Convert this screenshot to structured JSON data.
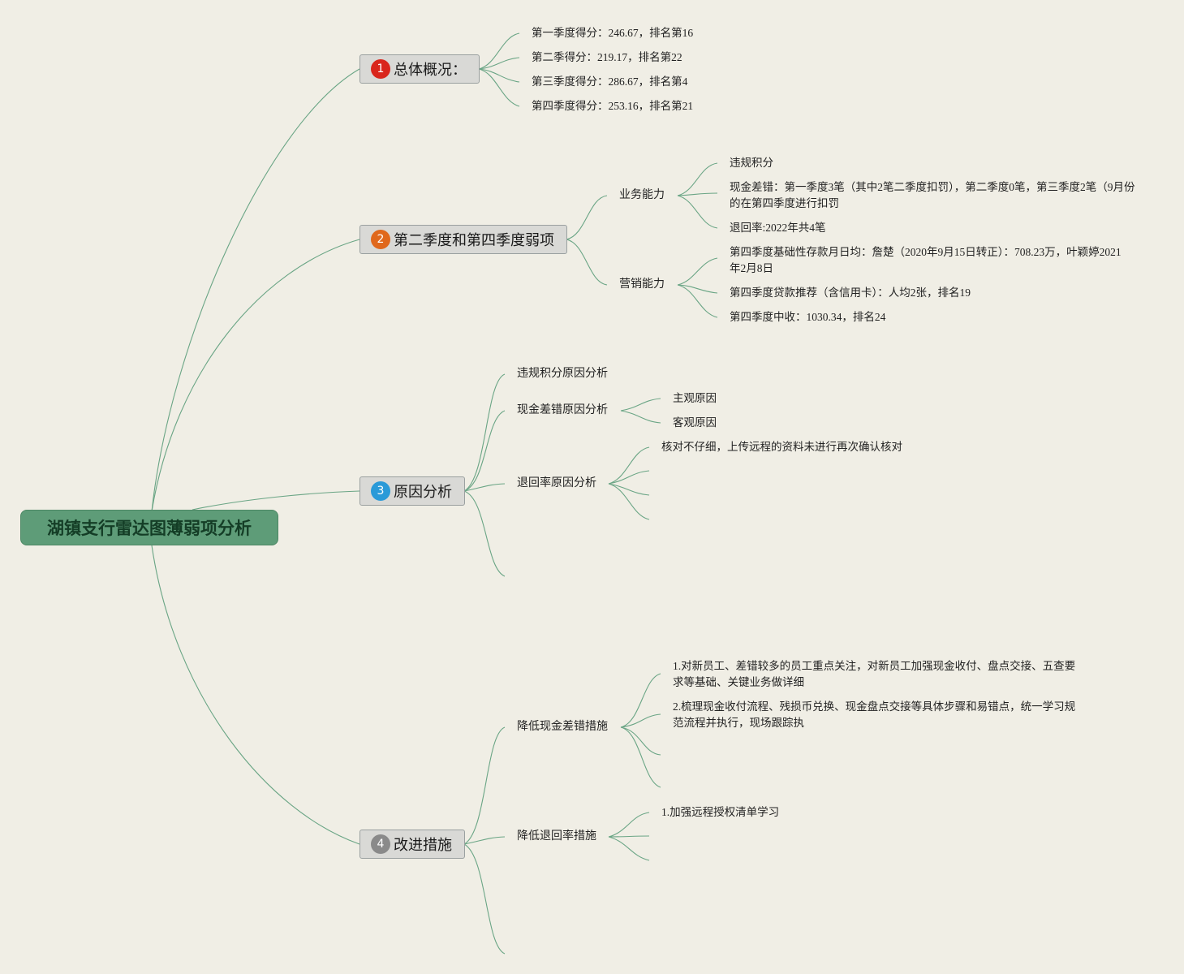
{
  "root": {
    "label": "湖镇支行雷达图薄弱项分析",
    "color": "#5e9c78"
  },
  "topics": [
    {
      "num": "1",
      "badge_color": "#d9261c",
      "label": "总体概况：",
      "items": [
        "第一季度得分：246.67，排名第16",
        "第二季得分：219.17，排名第22",
        "第三季度得分：286.67，排名第4",
        "第四季度得分：253.16，排名第21"
      ]
    },
    {
      "num": "2",
      "badge_color": "#e0681c",
      "label": "第二季度和第四季度弱项",
      "groups": [
        {
          "label": "业务能力",
          "items": [
            "违规积分",
            "现金差错：第一季度3笔（其中2笔二季度扣罚），第二季度0笔，第三季度2笔（9月份的在第四季度进行扣罚",
            "退回率:2022年共4笔"
          ]
        },
        {
          "label": "营销能力",
          "items": [
            "第四季度基础性存款月日均：詹楚（2020年9月15日转正）：708.23万，叶颖婷2021年2月8日",
            "第四季度贷款推荐（含信用卡）：人均2张，排名19",
            "第四季度中收：1030.34，排名24"
          ]
        }
      ]
    },
    {
      "num": "3",
      "badge_color": "#2a9ad8",
      "label": "原因分析",
      "groups": [
        {
          "label": "违规积分原因分析"
        },
        {
          "label": "现金差错原因分析",
          "items": [
            "主观原因",
            "客观原因"
          ]
        },
        {
          "label": "退回率原因分析",
          "items": [
            "核对不仔细，上传远程的资料未进行再次确认核对"
          ]
        }
      ]
    },
    {
      "num": "4",
      "badge_color": "#8a8a8a",
      "label": "改进措施",
      "groups": [
        {
          "label": "降低现金差错措施",
          "items": [
            "1.对新员工、差错较多的员工重点关注，对新员工加强现金收付、盘点交接、五查要求等基础、关键业务做详细",
            "2.梳理现金收付流程、残损币兑换、现金盘点交接等具体步骤和易错点，统一学习规范流程并执行，现场跟踪执"
          ]
        },
        {
          "label": "降低退回率措施",
          "items": [
            "1.加强远程授权清单学习"
          ]
        }
      ]
    }
  ]
}
